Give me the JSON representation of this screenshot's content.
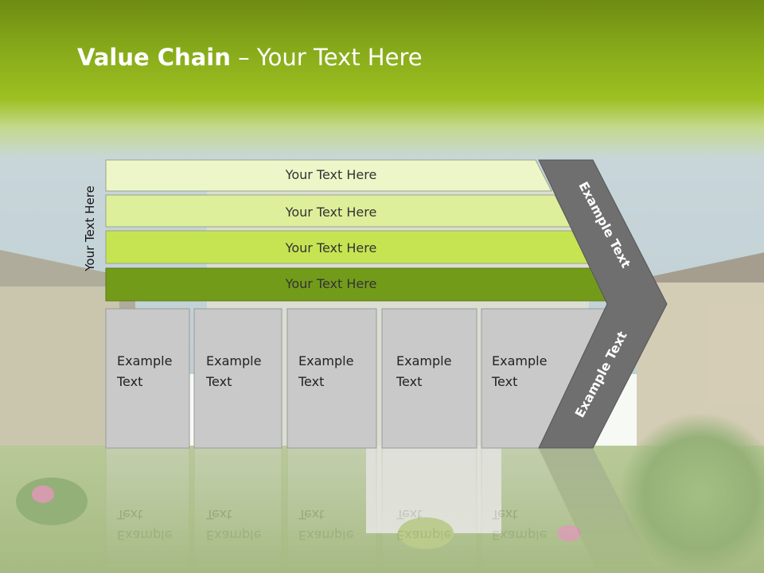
{
  "slide": {
    "title_bold": "Value Chain",
    "title_rest": " – Your Text Here",
    "side_label": "Your Text Here",
    "bars": [
      {
        "label": "Your Text Here",
        "color": "#ecf6c8"
      },
      {
        "label": "Your Text Here",
        "color": "#ddef9a"
      },
      {
        "label": "Your Text Here",
        "color": "#c6e452"
      },
      {
        "label": "Your Text Here",
        "color": "#739b1a"
      }
    ],
    "boxes": [
      {
        "line1": "Example",
        "line2": "Text"
      },
      {
        "line1": "Example",
        "line2": "Text"
      },
      {
        "line1": "Example",
        "line2": "Text"
      },
      {
        "line1": "Example",
        "line2": "Text"
      },
      {
        "line1": "Example",
        "line2": "Text"
      }
    ],
    "chevron_upper": "Example Text",
    "chevron_lower": "Example Text",
    "colors": {
      "header_green": "#86a91a",
      "box_gray": "#c9c9c9",
      "chevron_gray": "#6f6f6f"
    }
  }
}
